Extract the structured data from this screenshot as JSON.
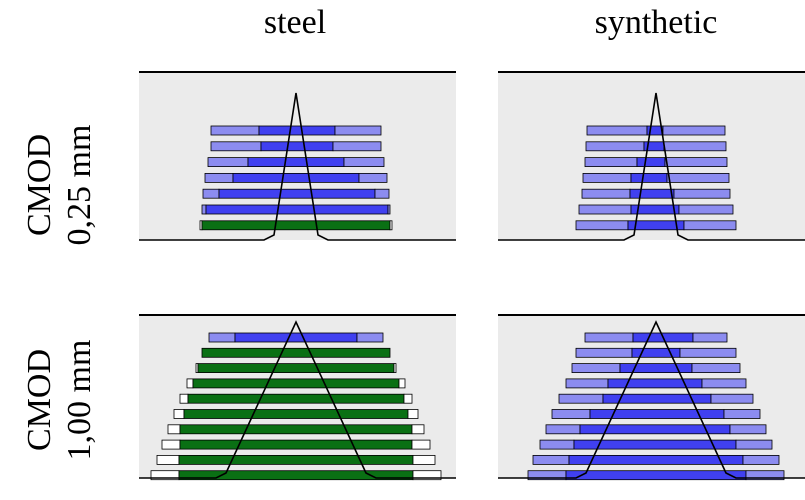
{
  "columns": [
    "steel",
    "synthetic"
  ],
  "rows": [
    {
      "line1": "CMOD",
      "line2": "0,25 mm"
    },
    {
      "line1": "CMOD",
      "line2": "1,00 mm"
    }
  ],
  "colors": {
    "panel": "#ebebeb",
    "light_blue": "#8c8cf0",
    "blue": "#4040f0",
    "green": "#0a7014",
    "white": "#ffffff",
    "outline": "#000000"
  },
  "panels": [
    {
      "name": "steel-cmod-025",
      "layers": [
        {
          "segments": [
            [
              "light_blue",
              48
            ],
            [
              "blue",
              76
            ],
            [
              "light_blue",
              46
            ]
          ]
        },
        {
          "segments": [
            [
              "light_blue",
              50
            ],
            [
              "blue",
              72
            ],
            [
              "light_blue",
              48
            ]
          ]
        },
        {
          "segments": [
            [
              "light_blue",
              40
            ],
            [
              "blue",
              96
            ],
            [
              "light_blue",
              40
            ]
          ]
        },
        {
          "segments": [
            [
              "light_blue",
              28
            ],
            [
              "blue",
              126
            ],
            [
              "light_blue",
              28
            ]
          ]
        },
        {
          "segments": [
            [
              "light_blue",
              16
            ],
            [
              "blue",
              156
            ],
            [
              "light_blue",
              14
            ]
          ]
        },
        {
          "segments": [
            [
              "light_blue",
              4
            ],
            [
              "blue",
              182
            ],
            [
              "light_blue",
              2
            ]
          ]
        },
        {
          "segments": [
            [
              "white",
              2
            ],
            [
              "green",
              188
            ],
            [
              "white",
              2
            ]
          ]
        }
      ]
    },
    {
      "name": "synthetic-cmod-025",
      "layers": [
        {
          "segments": [
            [
              "light_blue",
              60
            ],
            [
              "blue",
              16
            ],
            [
              "light_blue",
              62
            ]
          ]
        },
        {
          "segments": [
            [
              "light_blue",
              58
            ],
            [
              "blue",
              20
            ],
            [
              "light_blue",
              62
            ]
          ]
        },
        {
          "segments": [
            [
              "light_blue",
              52
            ],
            [
              "blue",
              28
            ],
            [
              "light_blue",
              62
            ]
          ]
        },
        {
          "segments": [
            [
              "light_blue",
              48
            ],
            [
              "blue",
              36
            ],
            [
              "light_blue",
              62
            ]
          ]
        },
        {
          "segments": [
            [
              "light_blue",
              48
            ],
            [
              "blue",
              44
            ],
            [
              "light_blue",
              56
            ]
          ]
        },
        {
          "segments": [
            [
              "light_blue",
              52
            ],
            [
              "blue",
              48
            ],
            [
              "light_blue",
              54
            ]
          ]
        },
        {
          "segments": [
            [
              "light_blue",
              52
            ],
            [
              "blue",
              56
            ],
            [
              "light_blue",
              52
            ]
          ]
        }
      ]
    },
    {
      "name": "steel-cmod-100",
      "layers": [
        {
          "segments": [
            [
              "light_blue",
              26
            ],
            [
              "blue",
              122
            ],
            [
              "light_blue",
              26
            ]
          ]
        },
        {
          "segments": [
            [
              "green",
              188
            ]
          ]
        },
        {
          "segments": [
            [
              "white",
              2
            ],
            [
              "green",
              196
            ],
            [
              "white",
              2
            ]
          ]
        },
        {
          "segments": [
            [
              "white",
              6
            ],
            [
              "green",
              206
            ],
            [
              "white",
              6
            ]
          ]
        },
        {
          "segments": [
            [
              "white",
              8
            ],
            [
              "green",
              216
            ],
            [
              "white",
              8
            ]
          ]
        },
        {
          "segments": [
            [
              "white",
              10
            ],
            [
              "green",
              224
            ],
            [
              "white",
              10
            ]
          ]
        },
        {
          "segments": [
            [
              "white",
              12
            ],
            [
              "green",
              232
            ],
            [
              "white",
              12
            ]
          ]
        },
        {
          "segments": [
            [
              "white",
              18
            ],
            [
              "green",
              232
            ],
            [
              "white",
              18
            ]
          ]
        },
        {
          "segments": [
            [
              "white",
              22
            ],
            [
              "green",
              234
            ],
            [
              "white",
              22
            ]
          ]
        },
        {
          "segments": [
            [
              "white",
              28
            ],
            [
              "green",
              234
            ],
            [
              "white",
              28
            ]
          ]
        }
      ]
    },
    {
      "name": "synthetic-cmod-100",
      "layers": [
        {
          "segments": [
            [
              "light_blue",
              48
            ],
            [
              "blue",
              60
            ],
            [
              "light_blue",
              34
            ]
          ]
        },
        {
          "segments": [
            [
              "light_blue",
              56
            ],
            [
              "blue",
              48
            ],
            [
              "light_blue",
              56
            ]
          ]
        },
        {
          "segments": [
            [
              "light_blue",
              48
            ],
            [
              "blue",
              72
            ],
            [
              "light_blue",
              48
            ]
          ]
        },
        {
          "segments": [
            [
              "light_blue",
              42
            ],
            [
              "blue",
              94
            ],
            [
              "light_blue",
              44
            ]
          ]
        },
        {
          "segments": [
            [
              "light_blue",
              44
            ],
            [
              "blue",
              108
            ],
            [
              "light_blue",
              42
            ]
          ]
        },
        {
          "segments": [
            [
              "light_blue",
              38
            ],
            [
              "blue",
              134
            ],
            [
              "light_blue",
              36
            ]
          ]
        },
        {
          "segments": [
            [
              "light_blue",
              34
            ],
            [
              "blue",
              150
            ],
            [
              "light_blue",
              36
            ]
          ]
        },
        {
          "segments": [
            [
              "light_blue",
              34
            ],
            [
              "blue",
              162
            ],
            [
              "light_blue",
              36
            ]
          ]
        },
        {
          "segments": [
            [
              "light_blue",
              36
            ],
            [
              "blue",
              174
            ],
            [
              "light_blue",
              36
            ]
          ]
        },
        {
          "segments": [
            [
              "light_blue",
              38
            ],
            [
              "blue",
              180
            ],
            [
              "light_blue",
              38
            ]
          ]
        }
      ]
    }
  ]
}
